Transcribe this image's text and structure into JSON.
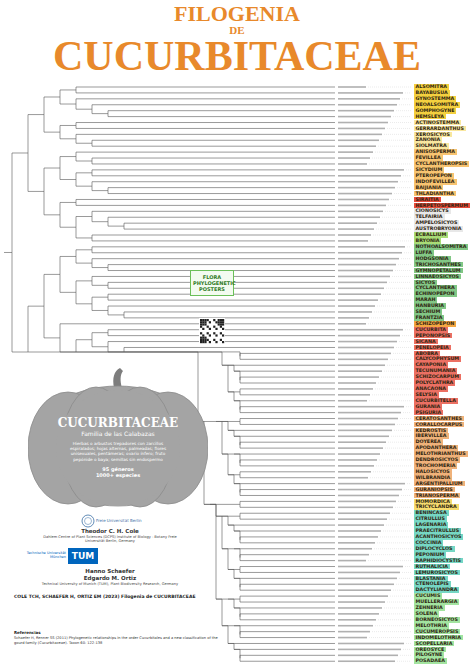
{
  "diagram": {
    "title": "FILOGENIA",
    "nodes": [
      {
        "text": [
          "ALSOMITRA"
        ]
      },
      {
        "text": [
          "BAYABUSUA"
        ]
      },
      {
        "text": [
          "GYNOSTEMMA"
        ]
      },
      {
        "text": [
          "NEOALSOMITRA"
        ]
      },
      {
        "text": [
          "GOMPHOGYNE"
        ]
      },
      {
        "text": [
          "HEMSLEYA"
        ]
      },
      {
        "text": [
          "ACTINOSTEMMA"
        ]
      },
      {
        "text": [
          "GERRARDANTHUS"
        ]
      },
      {
        "text": [
          "XEROSICYOS"
        ]
      },
      {
        "text": [
          "ZANONIA"
        ]
      },
      {
        "text": [
          "SIOLMATRA"
        ]
      },
      {
        "text": [
          "ANISOSPERMA"
        ]
      },
      {
        "text": [
          "FEVILLEA"
        ]
      },
      {
        "text": [
          "CYCLANTHEROPSIS"
        ]
      },
      {
        "text": [
          "SICYDIUM"
        ]
      },
      {
        "text": [
          "PTEROPEPON"
        ]
      },
      {
        "text": [
          "INDOFEVILLEA"
        ]
      },
      {
        "text": [
          "BAIJIANIA"
        ]
      },
      {
        "text": [
          "THLADIANTHA"
        ]
      },
      {
        "text": [
          "SIRAITIA"
        ]
      },
      {
        "text": [
          "HERPETOSPERMUM"
        ]
      },
      {
        "text": [
          "CIONOSICYS"
        ]
      },
      {
        "text": [
          "TELFAIRIA"
        ]
      },
      {
        "text": [
          "AMPELOSICYOS"
        ]
      },
      {
        "text": [
          "AUSTROBRYONIA"
        ]
      },
      {
        "text": [
          "ECBALLIUM"
        ]
      },
      {
        "text": [
          "BRYONIA"
        ]
      },
      {
        "text": [
          "NOTHOALSOMITRA"
        ]
      },
      {
        "text": [
          "LUFFA"
        ]
      },
      {
        "text": [
          "HODGSONIA"
        ]
      },
      {
        "text": [
          "TRICHOSANTHES"
        ]
      },
      {
        "text": [
          "GYMNOPETALUM"
        ]
      },
      {
        "text": [
          "LINNAEOSICYOS"
        ]
      },
      {
        "text": [
          "SICYOS"
        ]
      },
      {
        "text": [
          "CYCLANTHERA"
        ]
      },
      {
        "text": [
          "ECHINOPEPON"
        ]
      },
      {
        "text": [
          "MARAH"
        ]
      },
      {
        "text": [
          "HANBURIA"
        ]
      },
      {
        "text": [
          "SECHIUM"
        ]
      },
      {
        "text": [
          "FRANTZIA"
        ]
      },
      {
        "text": [
          "SCHIZOPEPON"
        ]
      },
      {
        "text": [
          "CUCURBITA"
        ]
      },
      {
        "text": [
          "PEPONOPSIS"
        ]
      },
      {
        "text": [
          "SICANA"
        ]
      },
      {
        "text": [
          "PENELOPEIA"
        ]
      },
      {
        "text": [
          "ABOBRA"
        ]
      },
      {
        "text": [
          "CALYCOPHYSUM"
        ]
      },
      {
        "text": [
          "CAYAPONIA"
        ]
      },
      {
        "text": [
          "TECUNUMANIA"
        ]
      },
      {
        "text": [
          "SCHIZOCARPUM"
        ]
      },
      {
        "text": [
          "POLYCLATHRA"
        ]
      },
      {
        "text": [
          "ANACAONA"
        ]
      },
      {
        "text": [
          "SELYSIA"
        ]
      },
      {
        "text": [
          "CUCURBITELLA"
        ]
      },
      {
        "text": [
          "GURANIA"
        ]
      },
      {
        "text": [
          "PSIGURIA"
        ]
      },
      {
        "text": [
          "CERATOSANTHES"
        ]
      },
      {
        "text": [
          "CORALLOCARPUS"
        ]
      },
      {
        "text": [
          "KEDROSTIS"
        ]
      },
      {
        "text": [
          "IBERVILLEA"
        ]
      },
      {
        "text": [
          "DOYEREA"
        ]
      },
      {
        "text": [
          "APODANTHERA"
        ]
      },
      {
        "text": [
          "MELOTHRIANTHUS"
        ]
      },
      {
        "text": [
          "DENDROSICYOS"
        ]
      },
      {
        "text": [
          "TROCHOMERIA"
        ]
      },
      {
        "text": [
          "HALOSICYOS"
        ]
      },
      {
        "text": [
          "WILBRANDIA"
        ]
      },
      {
        "text": [
          "ARGENTIPALLIUM"
        ]
      },
      {
        "text": [
          "GURANIOPSIS"
        ]
      },
      {
        "text": [
          "TRIANOSPERMA"
        ]
      },
      {
        "text": [
          "MOMORDICA"
        ]
      },
      {
        "text": [
          "TRICYCLANDRA"
        ]
      },
      {
        "text": [
          "BENINCASA"
        ]
      },
      {
        "text": [
          "CITRULLUS"
        ]
      },
      {
        "text": [
          "LAGENARIA"
        ]
      },
      {
        "text": [
          "PRAECITRULLUS"
        ]
      },
      {
        "text": [
          "ACANTHOSICYOS"
        ]
      },
      {
        "text": [
          "COCCINIA"
        ]
      },
      {
        "text": [
          "DIPLOCYCLOS"
        ]
      },
      {
        "text": [
          "PEPONIUM"
        ]
      },
      {
        "text": [
          "RAPHIDIOCYSTIS"
        ]
      },
      {
        "text": [
          "RUTHALICIA"
        ]
      },
      {
        "text": [
          "LEMUROSICYOS"
        ]
      },
      {
        "text": [
          "BLASTANIA"
        ]
      },
      {
        "text": [
          "CTENOLEPIS"
        ]
      },
      {
        "text": [
          "DACTYLIANDRA"
        ]
      },
      {
        "text": [
          "CUCUMIS"
        ]
      },
      {
        "text": [
          "MUELLERARGIA"
        ]
      },
      {
        "text": [
          "ZEHNERIA"
        ]
      },
      {
        "text": [
          "SOLENA"
        ]
      },
      {
        "text": [
          "BORNEOSICYOS"
        ]
      },
      {
        "text": [
          "MELOTHRIA"
        ]
      },
      {
        "text": [
          "CUCUMEROPSIS"
        ]
      },
      {
        "text": [
          "INDOMELOTHRIA"
        ]
      },
      {
        "text": [
          "SCOPELLARIA"
        ]
      },
      {
        "text": [
          "OREOSYCE"
        ]
      },
      {
        "text": [
          "PILOGYNE"
        ]
      },
      {
        "text": [
          "POSADAEA"
        ]
      },
      {
        "text": [
          "FLORA PHYLOGENETIC POSTERS"
        ]
      },
      {
        "text": [
          "CUCURBITACEAE",
          "Familia de las Calabazas",
          "Hierbas o arbustos trepadores con zarcillos espiralados; hojas alternas, palmeadas; flores unisexuales, pentámeras; ovario ínfero; fruto pepónide o baya; semillas sin endospermo",
          "95 géneros",
          "1000+ especies"
        ]
      }
    ],
    "labels": [
      "DE",
      "CUCURBITACEAE",
      "Freie Universität Berlin",
      "Theodor C. H. Cole",
      "Dahlem Centre of Plant Sciences (DCPS) Institute of Biology - Botany Freie Universität Berlin, Germany",
      "TUM",
      "Technische Universität München",
      "Hanno Schaefer",
      "Edgardo M. Ortiz",
      "Technical University of Munich (TUM), Plant Biodiversity Research, Germany",
      "COLE TCH, SCHAEFER H, ORTIZ EM (2023) Filogenia de CUCURBITACEAE",
      "Referencias",
      "Schaefer H, Renner SS (2011) Phylogenetic relationships in the order Cucurbitales and a new classification of the gourd family (Cucurbitaceae). Taxon 60: 122-138"
    ]
  }
}
